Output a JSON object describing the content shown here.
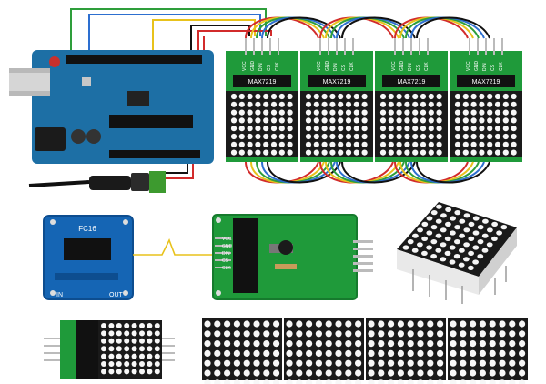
{
  "colors": {
    "arduino_blue": "#1d6fa5",
    "pcb_green": "#1f9a3a",
    "pcb_blue": "#1565b4",
    "chip_black": "#111111",
    "led_white": "#f7f7f7",
    "matrix_black": "#1a1a1a",
    "wire_red": "#d22b2b",
    "wire_yellow": "#e8c21b",
    "wire_green": "#2e9e3b",
    "wire_blue": "#2d6fd0"
  },
  "module_strip": {
    "modules": [
      {
        "chip_label": "MAX7219",
        "pins": [
          "VCC",
          "GND",
          "DIN",
          "CS",
          "CLK"
        ]
      },
      {
        "chip_label": "MAX7219",
        "pins": [
          "VCC",
          "GND",
          "DIN",
          "CS",
          "CLK"
        ]
      },
      {
        "chip_label": "MAX7219",
        "pins": [
          "VCC",
          "GND",
          "DIN",
          "CS",
          "CLK"
        ]
      },
      {
        "chip_label": "MAX7219",
        "pins": [
          "VCC",
          "GND",
          "DIN",
          "CS",
          "CLK"
        ]
      }
    ]
  },
  "blue_board": {
    "top_label": "FC16",
    "bottom_left": "IN",
    "bottom_right": "OUT"
  },
  "green_board": {
    "left_pins": [
      "VCC",
      "GND",
      "DIN",
      "CS",
      "CLK"
    ]
  },
  "icons": {
    "arduino": "arduino-board-icon",
    "power_jack": "dc-power-plug-icon",
    "matrix": "led-matrix-icon"
  }
}
